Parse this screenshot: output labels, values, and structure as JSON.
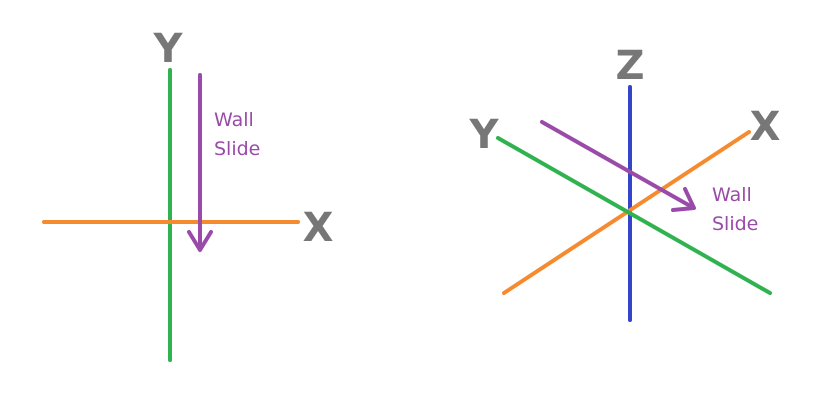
{
  "colors": {
    "x_axis": "#f58a2e",
    "y_axis": "#2fb24f",
    "z_axis": "#3545c9",
    "arrow": "#9a4aa8",
    "label": "#777777"
  },
  "left_diagram": {
    "x_label": "X",
    "y_label": "Y",
    "arrow_label_line1": "Wall",
    "arrow_label_line2": "Slide"
  },
  "right_diagram": {
    "x_label": "X",
    "y_label": "Y",
    "z_label": "Z",
    "arrow_label_line1": "Wall",
    "arrow_label_line2": "Slide"
  }
}
